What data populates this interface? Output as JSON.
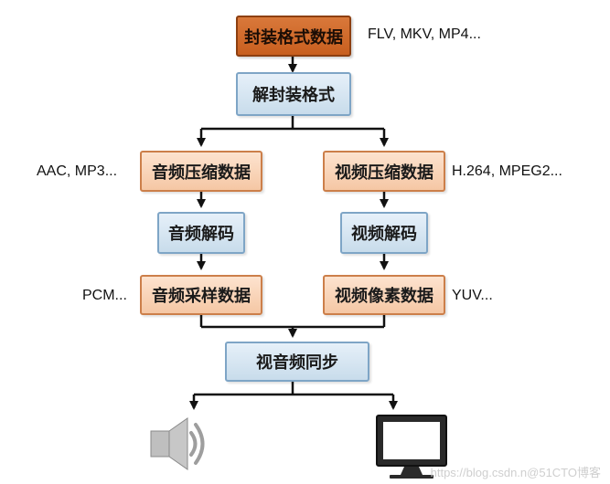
{
  "diagram": {
    "nodes": {
      "container_data": "封装格式数据",
      "demux": "解封装格式",
      "audio_compressed": "音频压缩数据",
      "video_compressed": "视频压缩数据",
      "audio_decode": "音频解码",
      "video_decode": "视频解码",
      "audio_sample": "音频采样数据",
      "video_pixel": "视频像素数据",
      "av_sync": "视音频同步"
    },
    "notes": {
      "container_formats": "FLV, MKV, MP4...",
      "audio_codecs": "AAC, MP3...",
      "video_codecs": "H.264, MPEG2...",
      "audio_raw": "PCM...",
      "video_raw": "YUV..."
    },
    "outputs": {
      "speaker_icon": "speaker-icon",
      "monitor_icon": "monitor-icon"
    },
    "colors": {
      "dark_box": "#cf6a28",
      "orange_box": "#f8d3b6",
      "blue_box": "#d6e6f3",
      "line": "#111111"
    }
  },
  "watermark": "https://blog.csdn.n@51CTO博客"
}
